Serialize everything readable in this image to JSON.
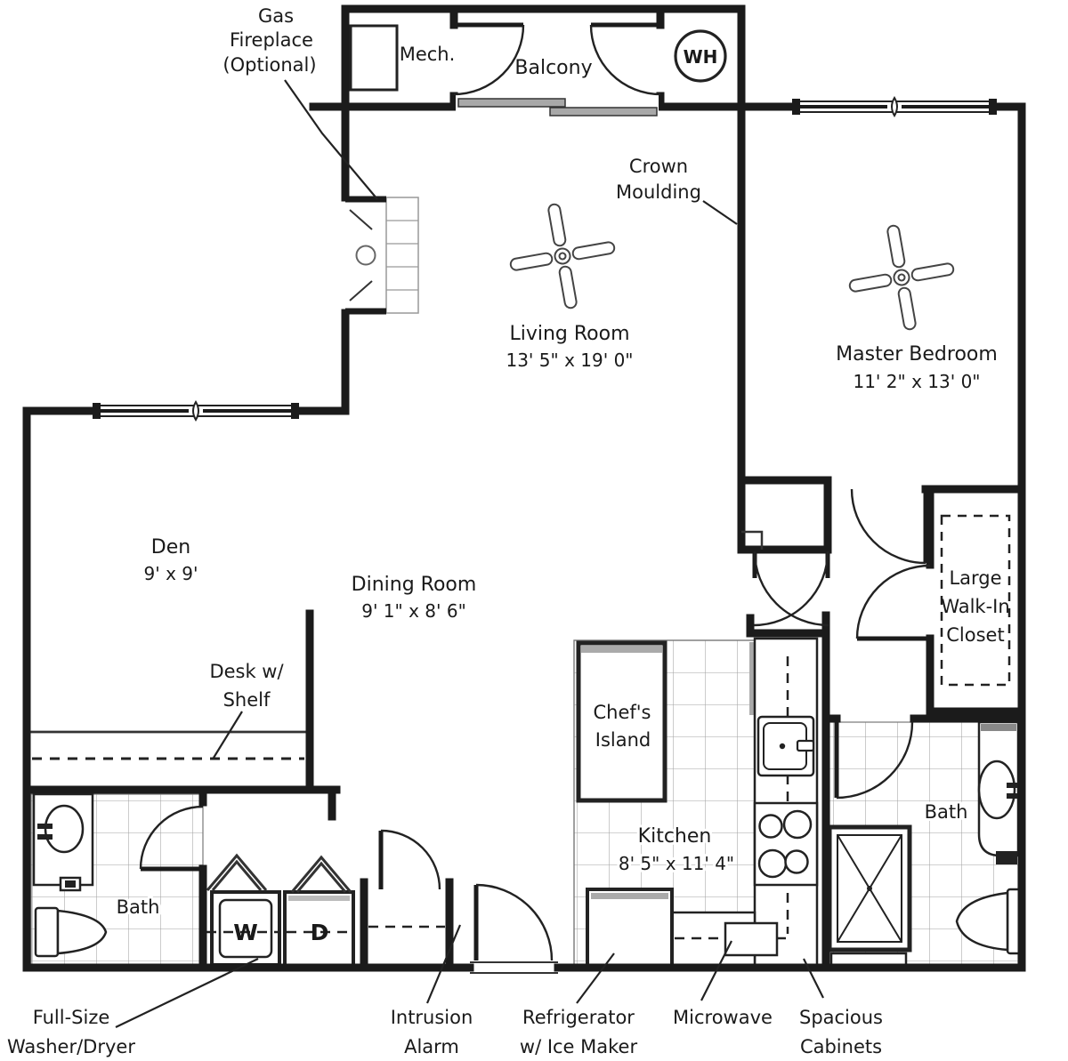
{
  "palette": {
    "wall": "#1b1b1b",
    "fixture": "#222222",
    "tile_line": "#a3a3a3",
    "shadow_gray": "#aaaaaa",
    "background": "#ffffff"
  },
  "rooms": {
    "living_room": {
      "name": "Living Room",
      "dims": "13' 5\" x 19' 0\""
    },
    "master_bedroom": {
      "name": "Master Bedroom",
      "dims": "11' 2\" x 13' 0\""
    },
    "den": {
      "name": "Den",
      "dims": "9' x 9'"
    },
    "dining_room": {
      "name": "Dining Room",
      "dims": "9' 1\" x 8' 6\""
    },
    "kitchen": {
      "name": "Kitchen",
      "dims": "8' 5\" x 11' 4\""
    },
    "balcony": {
      "name": "Balcony"
    },
    "mech": {
      "name": "Mech."
    },
    "bath_left": {
      "name": "Bath"
    },
    "bath_right": {
      "name": "Bath"
    }
  },
  "callouts": {
    "gas_fireplace": {
      "l1": "Gas",
      "l2": "Fireplace",
      "l3": "(Optional)"
    },
    "crown_moulding": {
      "l1": "Crown",
      "l2": "Moulding"
    },
    "desk": {
      "l1": "Desk w/",
      "l2": "Shelf"
    },
    "walk_in_closet": {
      "l1": "Large",
      "l2": "Walk-In",
      "l3": "Closet"
    },
    "chefs_island": {
      "l1": "Chef's",
      "l2": "Island"
    },
    "washer_dryer": {
      "l1": "Full-Size",
      "l2": "Washer/Dryer"
    },
    "intrusion_alarm": {
      "l1": "Intrusion",
      "l2": "Alarm"
    },
    "refrigerator": {
      "l1": "Refrigerator",
      "l2": "w/ Ice Maker"
    },
    "microwave": {
      "l1": "Microwave"
    },
    "spacious_cabinets": {
      "l1": "Spacious",
      "l2": "Cabinets"
    }
  },
  "appliances": {
    "washer": "W",
    "dryer": "D",
    "water_heater": "WH"
  }
}
